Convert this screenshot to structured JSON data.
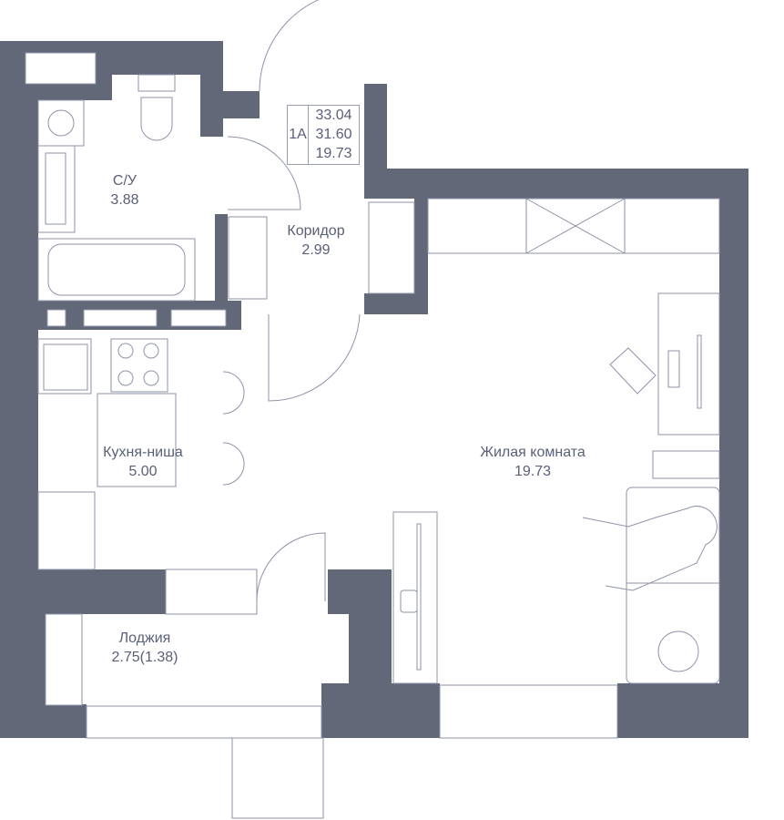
{
  "plan": {
    "apartment_code": "1A",
    "areas": {
      "total": "33.04",
      "living_total": "31.60",
      "living": "19.73"
    },
    "rooms": [
      {
        "name": "С/У",
        "area": "3.88"
      },
      {
        "name": "Коридор",
        "area": "2.99"
      },
      {
        "name": "Кухня-ниша",
        "area": "5.00"
      },
      {
        "name": "Жилая комната",
        "area": "19.73"
      },
      {
        "name": "Лоджия",
        "area": "2.75(1.38)"
      }
    ]
  },
  "colors": {
    "wall": "#636879",
    "line": "#8e93aa",
    "text": "#5a5f78"
  }
}
